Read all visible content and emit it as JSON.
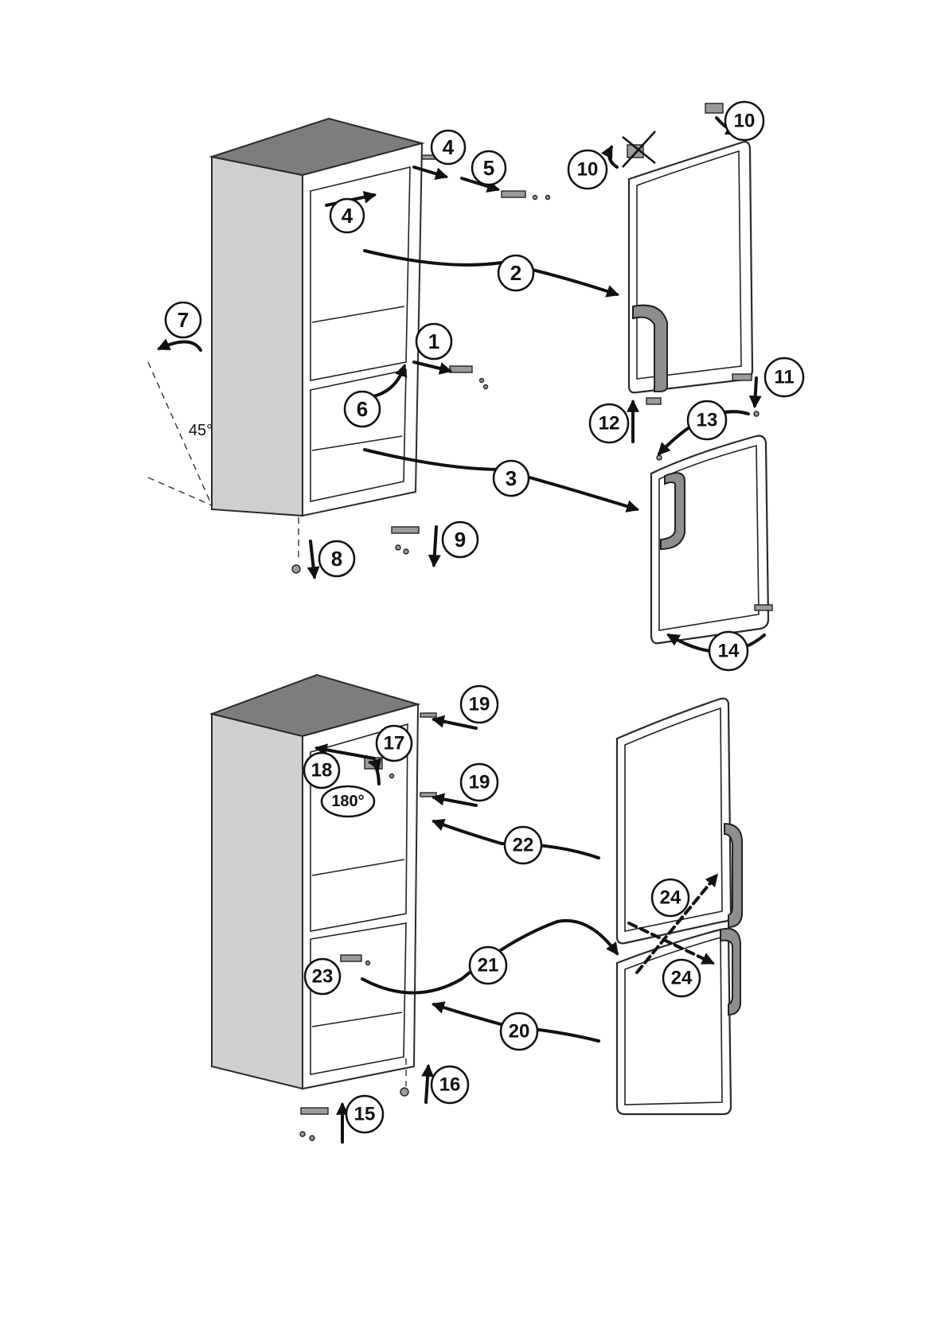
{
  "steps_top": {
    "s1": "1",
    "s2": "2",
    "s3": "3",
    "s4a": "4",
    "s4b": "4",
    "s5": "5",
    "s6": "6",
    "s7": "7",
    "s8": "8",
    "s9": "9",
    "s10a": "10",
    "s10b": "10",
    "s11": "11",
    "s12": "12",
    "s13": "13",
    "s14": "14"
  },
  "steps_bottom": {
    "s15": "15",
    "s16": "16",
    "s17": "17",
    "s18": "18",
    "s19a": "19",
    "s19b": "19",
    "s20": "20",
    "s21": "21",
    "s22": "22",
    "s23": "23",
    "s24a": "24",
    "s24b": "24"
  },
  "labels": {
    "tilt_angle": "45°",
    "rotate_angle": "180°"
  },
  "icons": {
    "no_symbol": "crossed-out-icon",
    "arrow": "curved-arrow-icon"
  },
  "colors": {
    "cabinet_top": "#7d7d7d",
    "cabinet_side": "#cfcfcf",
    "handle": "#8e8e8e",
    "line": "#111111"
  }
}
